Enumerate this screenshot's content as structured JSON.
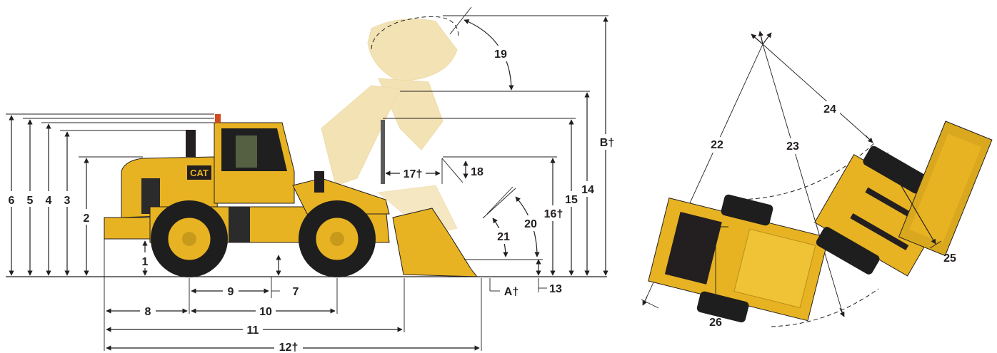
{
  "side_view": {
    "labels": {
      "d1": "1",
      "d2": "2",
      "d3": "3",
      "d4": "4",
      "d5": "5",
      "d6": "6",
      "d7": "7",
      "d8": "8",
      "d9": "9",
      "d10": "10",
      "d11": "11",
      "d12": "12†",
      "d13": "13",
      "d14": "14",
      "d15": "15",
      "d16": "16†",
      "d17": "17†",
      "d18": "18",
      "d19": "19",
      "d20": "20",
      "d21": "21",
      "dA": "A†",
      "dB": "B†"
    },
    "brand": "CAT"
  },
  "top_view": {
    "labels": {
      "d22": "22",
      "d23": "23",
      "d24": "24",
      "d25": "25",
      "d26": "26"
    }
  },
  "colors": {
    "body": "#e8b322",
    "dark": "#231f20",
    "ghost": "#f3e2b4",
    "tire": "#1e1e1e"
  }
}
